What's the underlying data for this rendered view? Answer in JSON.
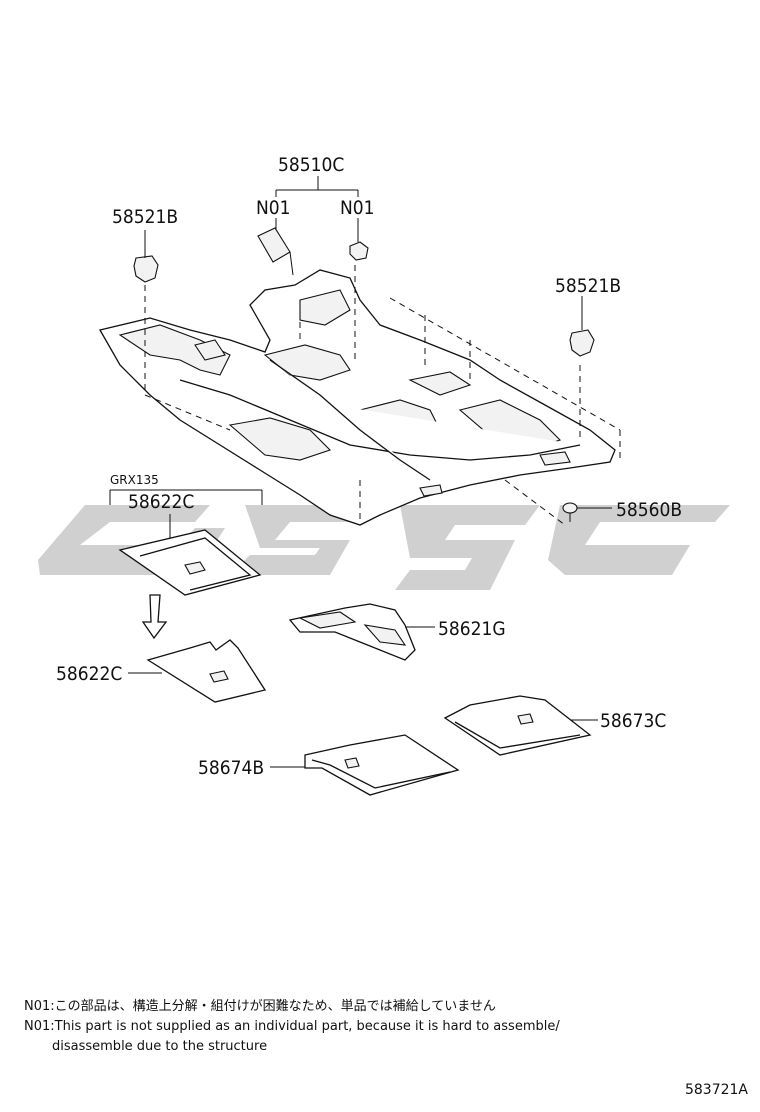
{
  "labels": {
    "carpet_main": "58510C",
    "n01_left": "N01",
    "n01_right": "N01",
    "clip_left": "58521B",
    "clip_right": "58521B",
    "plug": "58560B",
    "grx_group": "GRX135",
    "mat_upper": "58622C",
    "mat_lower": "58622C",
    "tunnel_mat": "58621G",
    "mat_right": "58673C",
    "mat_left": "58674B"
  },
  "notes": {
    "line1": "N01:この部品は、構造上分解・組付けが困難なため、単品では補給していません",
    "line2": "N01:This part is not supplied as an individual part,  because it is hard to assemble/",
    "line3": "disassemble due to the structure"
  },
  "figure_code": "583721A"
}
